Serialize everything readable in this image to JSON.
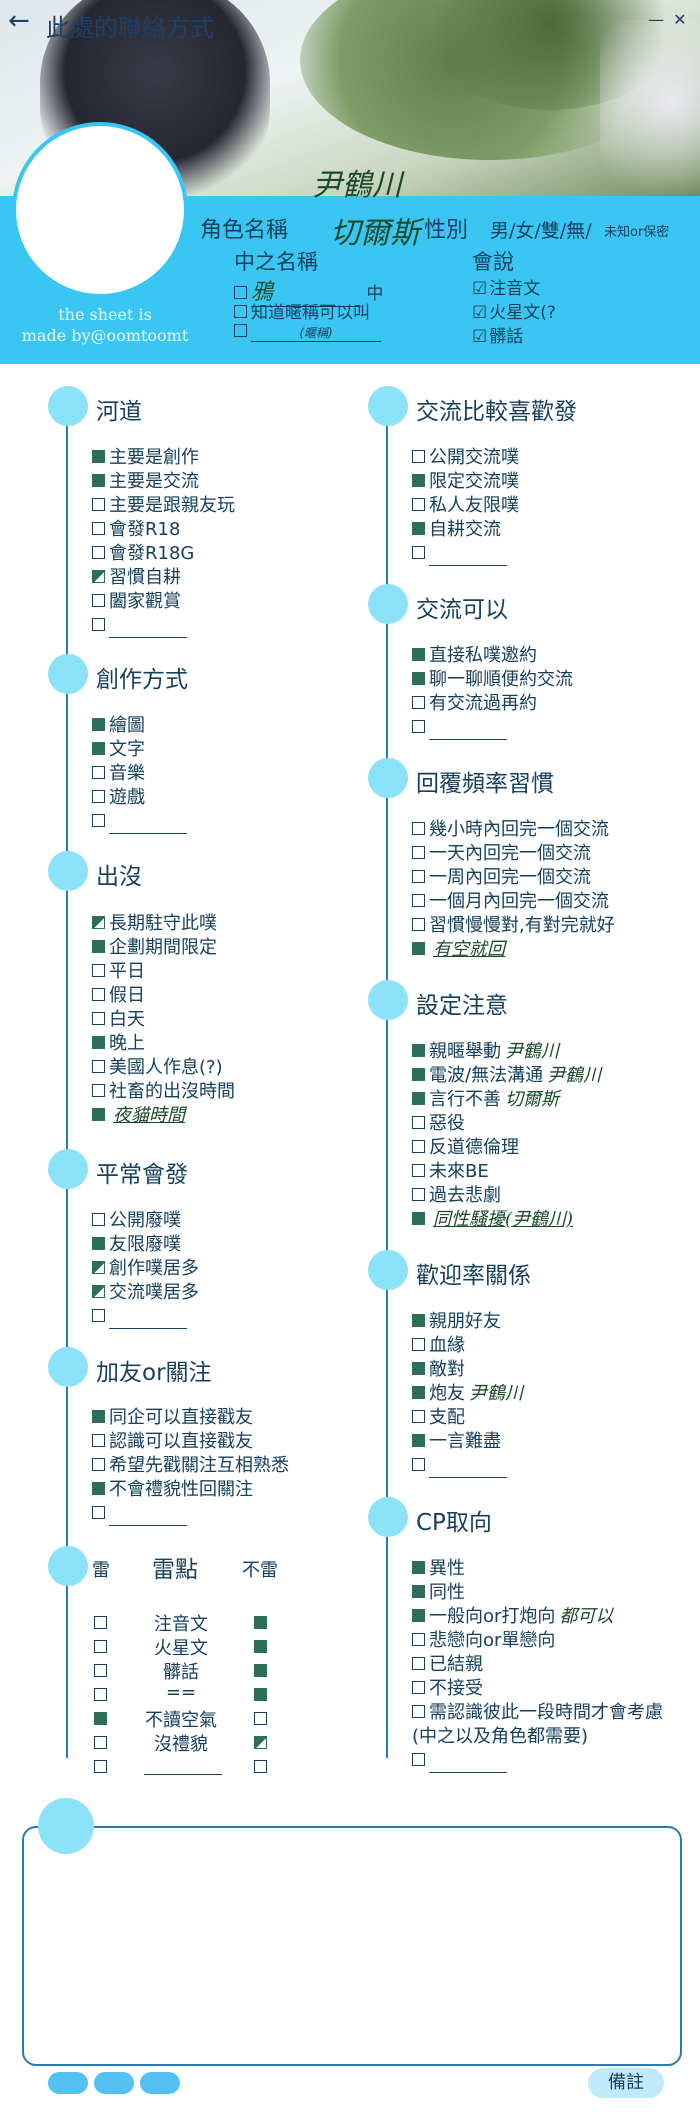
{
  "header": {
    "title": "此處的聯絡方式",
    "credit_line1": "the sheet is",
    "credit_line2": "made by@oomtoomt"
  },
  "profile": {
    "role_name_label": "角色名稱",
    "role_name_value_line1": "尹鶴川",
    "role_name_value_line2": "切爾斯",
    "gender_label": "性別",
    "gender_options": "男/女/雙/無/",
    "gender_unknown": "未知or保密",
    "cn_name_label": "中之名稱",
    "cn_opt1_value": "鴉",
    "cn_opt1_suffix": "中",
    "cn_opt2": "知道暱稱可以叫",
    "cn_opt3_hint": "(暱稱)",
    "speaks_label": "會說",
    "speaks_opts": [
      "注音文",
      "火星文(?",
      "髒話"
    ]
  },
  "sections": {
    "hedao": {
      "title": "河道",
      "items": [
        {
          "state": "on",
          "label": "主要是創作"
        },
        {
          "state": "on",
          "label": "主要是交流"
        },
        {
          "state": "off",
          "label": "主要是跟親友玩"
        },
        {
          "state": "off",
          "label": "會發R18"
        },
        {
          "state": "off",
          "label": "會發R18G"
        },
        {
          "state": "half",
          "label": "習慣自耕"
        },
        {
          "state": "off",
          "label": "闔家觀賞"
        },
        {
          "state": "off",
          "label": ""
        }
      ]
    },
    "creation": {
      "title": "創作方式",
      "items": [
        {
          "state": "on",
          "label": "繪圖"
        },
        {
          "state": "on",
          "label": "文字"
        },
        {
          "state": "off",
          "label": "音樂"
        },
        {
          "state": "off",
          "label": "遊戲"
        },
        {
          "state": "off",
          "label": ""
        }
      ]
    },
    "appear": {
      "title": "出沒",
      "items": [
        {
          "state": "half",
          "label": "長期駐守此噗"
        },
        {
          "state": "on",
          "label": "企劃期間限定"
        },
        {
          "state": "off",
          "label": "平日"
        },
        {
          "state": "off",
          "label": "假日"
        },
        {
          "state": "off",
          "label": "白天"
        },
        {
          "state": "on",
          "label": "晚上"
        },
        {
          "state": "off",
          "label": "美國人作息(?)"
        },
        {
          "state": "off",
          "label": "社畜的出沒時間"
        },
        {
          "state": "on",
          "label": "",
          "hand": "夜貓時間"
        }
      ]
    },
    "usual": {
      "title": "平常會發",
      "items": [
        {
          "state": "off",
          "label": "公開廢噗"
        },
        {
          "state": "on",
          "label": "友限廢噗"
        },
        {
          "state": "half",
          "label": "創作噗居多"
        },
        {
          "state": "half",
          "label": "交流噗居多"
        },
        {
          "state": "off",
          "label": ""
        }
      ]
    },
    "friend": {
      "title": "加友or關注",
      "items": [
        {
          "state": "on",
          "label": "同企可以直接戳友"
        },
        {
          "state": "off",
          "label": "認識可以直接戳友"
        },
        {
          "state": "off",
          "label": "希望先戳關注互相熟悉"
        },
        {
          "state": "on",
          "label": "不會禮貌性回關注"
        },
        {
          "state": "off",
          "label": ""
        }
      ]
    },
    "mines": {
      "title_left": "雷",
      "title_mid": "雷點",
      "title_right": "不雷",
      "rows": [
        {
          "left": "off",
          "label": "注音文",
          "right": "on"
        },
        {
          "left": "off",
          "label": "火星文",
          "right": "on"
        },
        {
          "left": "off",
          "label": "髒話",
          "right": "on"
        },
        {
          "left": "off",
          "label": "==",
          "right": "on"
        },
        {
          "left": "on",
          "label": "不讀空氣",
          "right": "off"
        },
        {
          "left": "off",
          "label": "沒禮貌",
          "right": "half"
        },
        {
          "left": "off",
          "label": "",
          "right": "off"
        }
      ]
    },
    "prefer": {
      "title": "交流比較喜歡發",
      "items": [
        {
          "state": "off",
          "label": "公開交流噗"
        },
        {
          "state": "on",
          "label": "限定交流噗"
        },
        {
          "state": "off",
          "label": "私人友限噗"
        },
        {
          "state": "on",
          "label": "自耕交流"
        },
        {
          "state": "off",
          "label": ""
        }
      ]
    },
    "can": {
      "title": "交流可以",
      "items": [
        {
          "state": "on",
          "label": "直接私噗邀約"
        },
        {
          "state": "on",
          "label": "聊一聊順便約交流"
        },
        {
          "state": "off",
          "label": "有交流過再約"
        },
        {
          "state": "off",
          "label": ""
        }
      ]
    },
    "reply": {
      "title": "回覆頻率習慣",
      "items": [
        {
          "state": "off",
          "label": "幾小時內回完一個交流"
        },
        {
          "state": "off",
          "label": "一天內回完一個交流"
        },
        {
          "state": "off",
          "label": "一周內回完一個交流"
        },
        {
          "state": "off",
          "label": "一個月內回完一個交流"
        },
        {
          "state": "off",
          "label": "習慣慢慢對,有對完就好"
        },
        {
          "state": "on",
          "label": "",
          "hand": "有空就回"
        }
      ]
    },
    "setting": {
      "title": "設定注意",
      "items": [
        {
          "state": "on",
          "label": "親暱舉動",
          "hand": "尹鶴川"
        },
        {
          "state": "on",
          "label": "電波/無法溝通",
          "hand": "尹鶴川"
        },
        {
          "state": "on",
          "label": "言行不善",
          "hand": "切爾斯"
        },
        {
          "state": "off",
          "label": "惡役"
        },
        {
          "state": "off",
          "label": "反道德倫理"
        },
        {
          "state": "off",
          "label": "未來BE"
        },
        {
          "state": "off",
          "label": "過去悲劇"
        },
        {
          "state": "on",
          "label": "",
          "hand": "同性騷擾(尹鶴川)"
        }
      ]
    },
    "welcome": {
      "title": "歡迎率關係",
      "items": [
        {
          "state": "on",
          "label": "親朋好友"
        },
        {
          "state": "off",
          "label": "血緣"
        },
        {
          "state": "on",
          "label": "敵對"
        },
        {
          "state": "on",
          "label": "炮友",
          "hand": "尹鶴川"
        },
        {
          "state": "off",
          "label": "支配"
        },
        {
          "state": "on",
          "label": "一言難盡"
        },
        {
          "state": "off",
          "label": ""
        }
      ]
    },
    "cp": {
      "title": "CP取向",
      "items": [
        {
          "state": "on",
          "label": "異性"
        },
        {
          "state": "on",
          "label": "同性"
        },
        {
          "state": "on",
          "label": "一般向or打炮向",
          "hand": "都可以"
        },
        {
          "state": "off",
          "label": "悲戀向or單戀向"
        },
        {
          "state": "off",
          "label": "已結親"
        },
        {
          "state": "off",
          "label": "不接受"
        },
        {
          "state": "off",
          "label": "需認識彼此一段時間才會考慮"
        },
        {
          "state": "none",
          "label": "(中之以及角色都需要)"
        },
        {
          "state": "off",
          "label": ""
        }
      ]
    }
  },
  "footer": {
    "memo_label": "備註"
  },
  "colors": {
    "band": "#3ac6f2",
    "dot": "#8ce2f9",
    "check": "#2e6e58",
    "text": "#16405e"
  }
}
